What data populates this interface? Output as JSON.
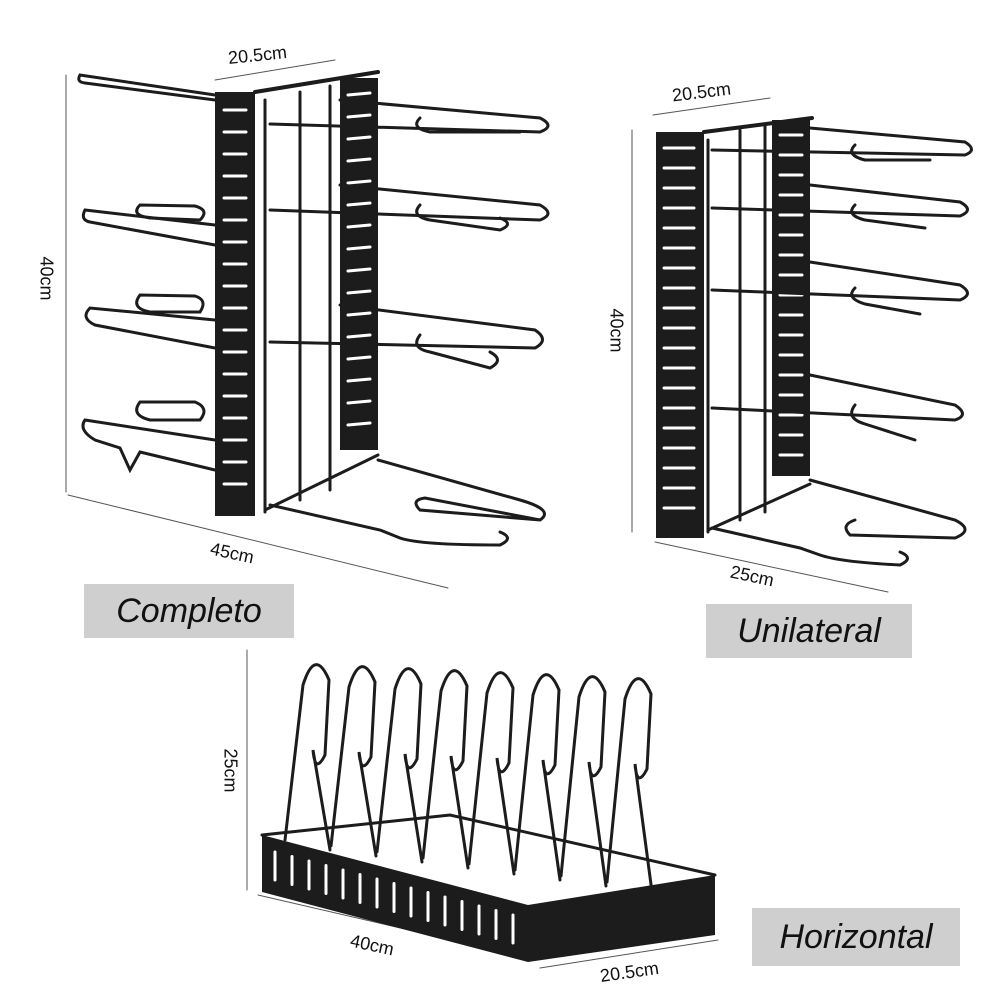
{
  "variants": [
    {
      "caption": "Completo",
      "width": "20.5cm",
      "height": "40cm",
      "depth": "45cm"
    },
    {
      "caption": "Unilateral",
      "width": "20.5cm",
      "height": "40cm",
      "depth": "25cm"
    },
    {
      "caption": "Horizontal",
      "height": "25cm",
      "length": "40cm",
      "width": "20.5cm"
    }
  ],
  "colors": {
    "metal": "#1c1c1c",
    "caption_bg": "#cfcfcf",
    "dimension_line": "#333333"
  }
}
